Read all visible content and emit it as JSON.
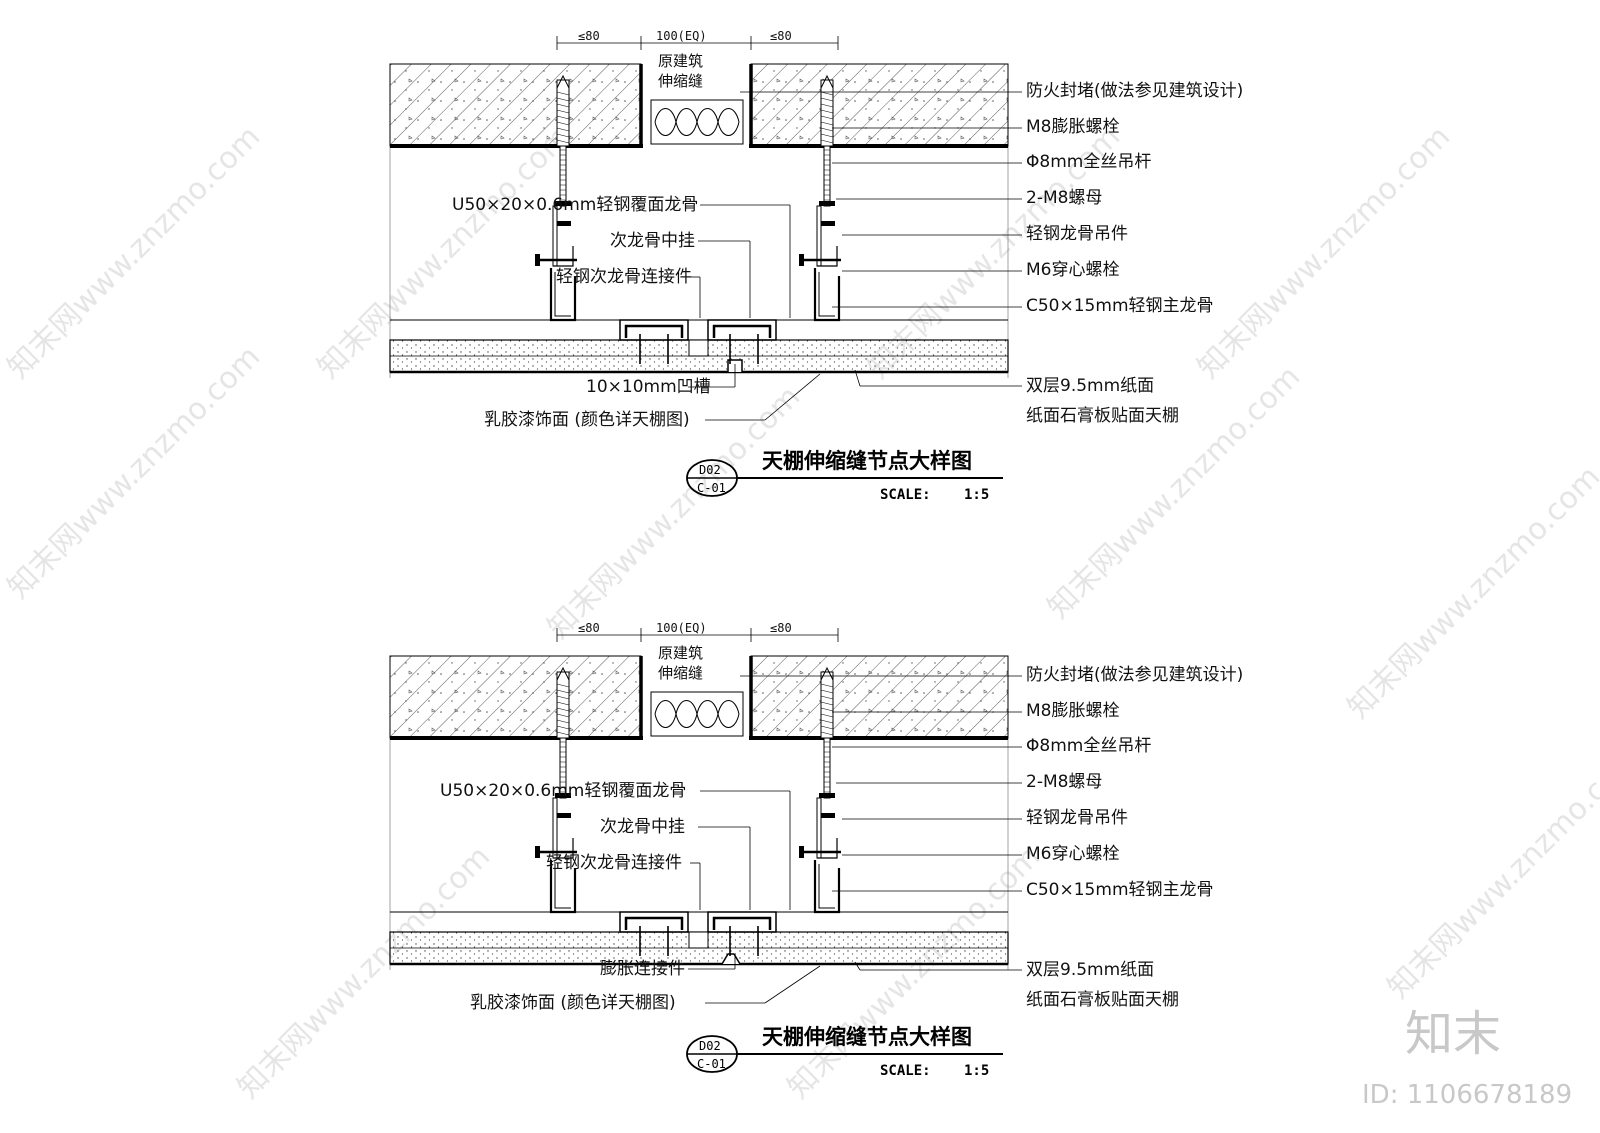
{
  "details": [
    {
      "dims": [
        "≤80",
        "100(EQ)",
        "≤80"
      ],
      "joint_label": [
        "原建筑",
        "伸缩缝"
      ],
      "right_labels": [
        "防火封堵(做法参见建筑设计)",
        "M8膨胀螺栓",
        "Φ8mm全丝吊杆",
        "2-M8螺母",
        "轻钢龙骨吊件",
        "M6穿心螺栓",
        "C50×15mm轻钢主龙骨",
        "双层9.5mm纸面",
        "纸面石膏板贴面天棚"
      ],
      "left_labels": [
        "U50×20×0.6mm轻钢覆面龙骨",
        "次龙骨中挂",
        "轻钢次龙骨连接件",
        "10×10mm凹槽",
        "乳胶漆饰面 (颜色详天棚图)"
      ],
      "title": "天棚伸缩缝节点大样图",
      "tag_top": "D02",
      "tag_bottom": "C-01",
      "scale_label": "SCALE:",
      "scale_value": "1:5"
    },
    {
      "dims": [
        "≤80",
        "100(EQ)",
        "≤80"
      ],
      "joint_label": [
        "原建筑",
        "伸缩缝"
      ],
      "right_labels": [
        "防火封堵(做法参见建筑设计)",
        "M8膨胀螺栓",
        "Φ8mm全丝吊杆",
        "2-M8螺母",
        "轻钢龙骨吊件",
        "M6穿心螺栓",
        "C50×15mm轻钢主龙骨",
        "双层9.5mm纸面",
        "纸面石膏板贴面天棚"
      ],
      "left_labels": [
        "U50×20×0.6mm轻钢覆面龙骨",
        "次龙骨中挂",
        "轻钢次龙骨连接件",
        "膨胀连接件",
        "乳胶漆饰面 (颜色详天棚图)"
      ],
      "title": "天棚伸缩缝节点大样图",
      "tag_top": "D02",
      "tag_bottom": "C-01",
      "scale_label": "SCALE:",
      "scale_value": "1:5"
    }
  ],
  "watermark": {
    "repeated": "知末网www.znzmo.com",
    "logo": "知末",
    "id": "ID: 1106678189"
  }
}
